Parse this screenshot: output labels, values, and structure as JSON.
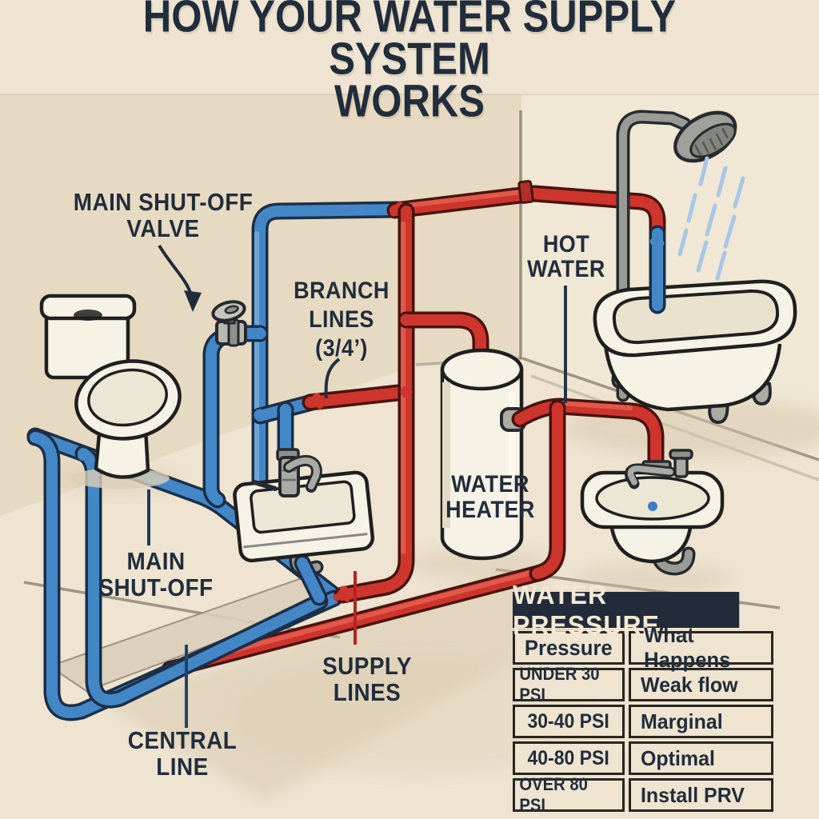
{
  "title": "HOW YOUR WATER SUPPLY SYSTEM\nWORKS",
  "labels": {
    "main_shut_off_valve": "MAIN SHUT-OFF\nVALVE",
    "branch_lines": "BRANCH\nLINES\n(3/4’)",
    "hot_water": "HOT\nWATER",
    "water_heater": "WATER\nHEATER",
    "main_shut_off": "MAIN\nSHUT-OFF",
    "supply_lines": "SUPPLY\nLINES",
    "central_line": "CENTRAL\nLINE"
  },
  "pressure_table": {
    "title": "WATER PRESSURE",
    "columns": [
      "Pressure",
      "What Happens"
    ],
    "rows": [
      {
        "pressure": "UNDER 30 PSI",
        "effect": "Weak flow"
      },
      {
        "pressure": "30-40 PSI",
        "effect": "Marginal"
      },
      {
        "pressure": "40-80 PSI",
        "effect": "Optimal"
      },
      {
        "pressure": "OVER 80 PSI",
        "effect": "Install PRV"
      }
    ]
  },
  "colors": {
    "cold_water_pipe": "#4487C7",
    "hot_water_pipe": "#CE352C",
    "background": "#EEE4D1",
    "ink": "#212D3C",
    "table_header_bg": "#212B39",
    "table_header_text": "#F2E8D4",
    "shower_spray": "#A6C7E6"
  },
  "icons": {
    "toilet": "toilet-icon",
    "wall_sink": "sink-icon",
    "water_heater": "water-heater-icon",
    "bathtub": "bathtub-icon",
    "shower": "shower-head-icon",
    "basin": "basin-icon",
    "shut_off_valve": "valve-icon"
  }
}
